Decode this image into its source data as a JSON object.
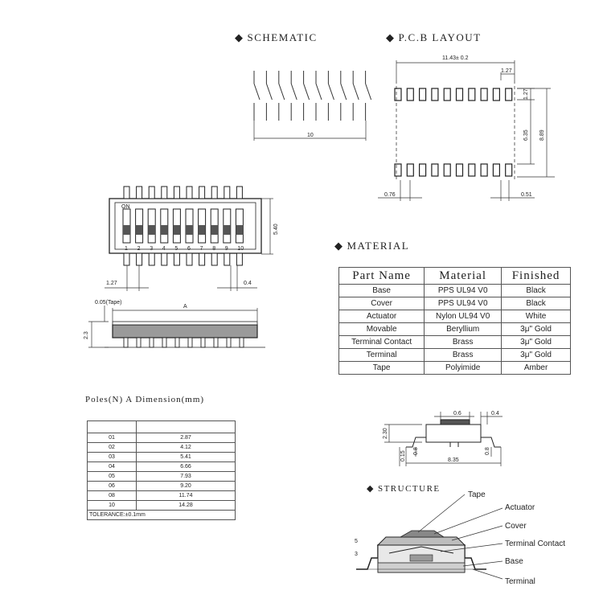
{
  "sections": {
    "schematic": "SCHEMATIC",
    "pcb_layout": "P.C.B LAYOUT",
    "material": "MATERIAL",
    "structure": "STRUCTURE",
    "bullet": "◆"
  },
  "schematic": {
    "switch_count": 10,
    "dim_10": "10"
  },
  "pcb": {
    "pad_rows": 2,
    "pads_per_row": 10,
    "dims": {
      "overall": "11.43± 0.2",
      "pitch": "1.27",
      "pad_length": "1.27",
      "inner": "6.35",
      "outer": "8.89",
      "pad_width_left": "0.76",
      "pad_width_right": "0.51"
    }
  },
  "front_view": {
    "on_label": "ON",
    "position_numbers": [
      "1",
      "2",
      "3",
      "4",
      "5",
      "6",
      "7",
      "8",
      "9",
      "10"
    ],
    "dims": {
      "height": "5.40",
      "pitch": "1.27",
      "lead": "0.4"
    }
  },
  "side_view": {
    "dims": {
      "tape": "0.05(Tape)",
      "length": "A",
      "height": "2.3"
    }
  },
  "material": {
    "headers": [
      "Part Name",
      "Material",
      "Finished"
    ],
    "rows": [
      [
        "Base",
        "PPS UL94 V0",
        "Black"
      ],
      [
        "Cover",
        "PPS UL94 V0",
        "Black"
      ],
      [
        "Actuator",
        "Nylon UL94 V0",
        "White"
      ],
      [
        "Movable",
        "Beryllium",
        "3μ\" Gold"
      ],
      [
        "Terminal Contact",
        "Brass",
        "3μ\" Gold"
      ],
      [
        "Terminal",
        "Brass",
        "3μ\" Gold"
      ],
      [
        "Tape",
        "Polyimide",
        "Amber"
      ]
    ]
  },
  "poles": {
    "caption": "Poles(N)  A Dimension(mm)",
    "rows": [
      [
        "01",
        "2.87"
      ],
      [
        "02",
        "4.12"
      ],
      [
        "03",
        "5.41"
      ],
      [
        "04",
        "6.66"
      ],
      [
        "05",
        "7.93"
      ],
      [
        "06",
        "9.20"
      ],
      [
        "08",
        "11.74"
      ],
      [
        "10",
        "14.28"
      ]
    ],
    "tolerance": "TOLERANCE:±0.1mm"
  },
  "profile": {
    "dims": {
      "top": "0.6",
      "right_top": "0.4",
      "height": "2.30",
      "standoff": "0.15",
      "lead_left": "0.8",
      "lead_right": "0.8",
      "length": "8.35"
    }
  },
  "structure": {
    "callouts": [
      "Tape",
      "Actuator",
      "Cover",
      "Terminal Contact",
      "Base",
      "Terminal"
    ],
    "side_dims": [
      "5",
      "3"
    ]
  }
}
